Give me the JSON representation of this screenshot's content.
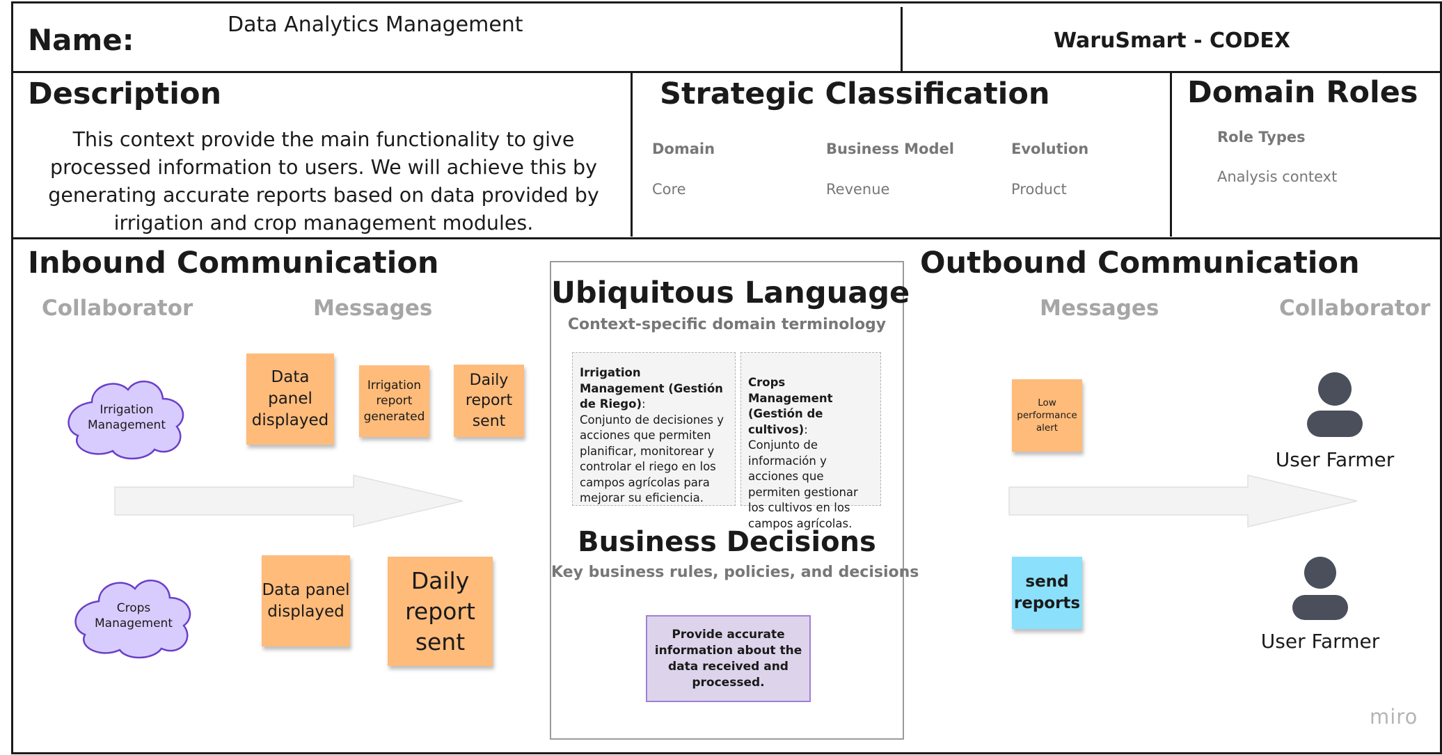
{
  "header": {
    "name_label": "Name:",
    "name_value": "Data Analytics Management",
    "project": "WaruSmart - CODEX"
  },
  "description": {
    "title": "Description",
    "text": "This context provide the main functionality to give processed information to users. We will achieve this by generating accurate reports based on data provided by irrigation and crop management modules."
  },
  "strategic": {
    "title": "Strategic Classification",
    "domain_label": "Domain",
    "domain_value": "Core",
    "business_model_label": "Business Model",
    "business_model_value": "Revenue",
    "evolution_label": "Evolution",
    "evolution_value": "Product"
  },
  "domain_roles": {
    "title": "Domain Roles",
    "role_types_label": "Role Types",
    "role_types_value": "Analysis context"
  },
  "inbound": {
    "title": "Inbound Communication",
    "collaborator_label": "Collaborator",
    "messages_label": "Messages",
    "collaborators": [
      "Irrigation Management",
      "Crops Management"
    ],
    "messages_row1": [
      "Data panel displayed",
      "Irrigation report generated",
      "Daily report sent"
    ],
    "messages_row2": [
      "Data panel displayed",
      "Daily report sent"
    ]
  },
  "ubiquitous": {
    "title": "Ubiquitous Language",
    "subtitle": "Context-specific domain terminology",
    "terms": [
      {
        "heading": "Irrigation Management (Gestión de Riego)",
        "colon": ":",
        "definition": "Conjunto de decisiones y acciones que permiten planificar, monitorear y controlar  el riego en los campos agrícolas para mejorar su eficiencia."
      },
      {
        "heading": "Crops Management (Gestión de cultivos)",
        "colon": ":",
        "definition": "Conjunto de información y acciones que permiten gestionar los cultivos en los campos agrícolas."
      }
    ]
  },
  "business_decisions": {
    "title": "Business Decisions",
    "subtitle": "Key business rules, policies, and decisions",
    "decision": "Provide accurate information about the data received and processed."
  },
  "outbound": {
    "title": "Outbound Communication",
    "messages_label": "Messages",
    "collaborator_label": "Collaborator",
    "messages": [
      "Low performance alert",
      "send reports"
    ],
    "collaborators": [
      "User Farmer",
      "User Farmer"
    ]
  },
  "watermark": "miro",
  "colors": {
    "sticky_orange": "#ffbb7a",
    "sticky_cyan": "#8be0fb",
    "cloud_fill": "#d8ccff",
    "cloud_stroke": "#6a3fc8",
    "decision_fill": "#ddd4ec",
    "decision_stroke": "#a27fd6",
    "person": "#4b4f5c"
  },
  "icons": [
    "cloud-shape",
    "person-icon",
    "arrow-right-icon"
  ]
}
